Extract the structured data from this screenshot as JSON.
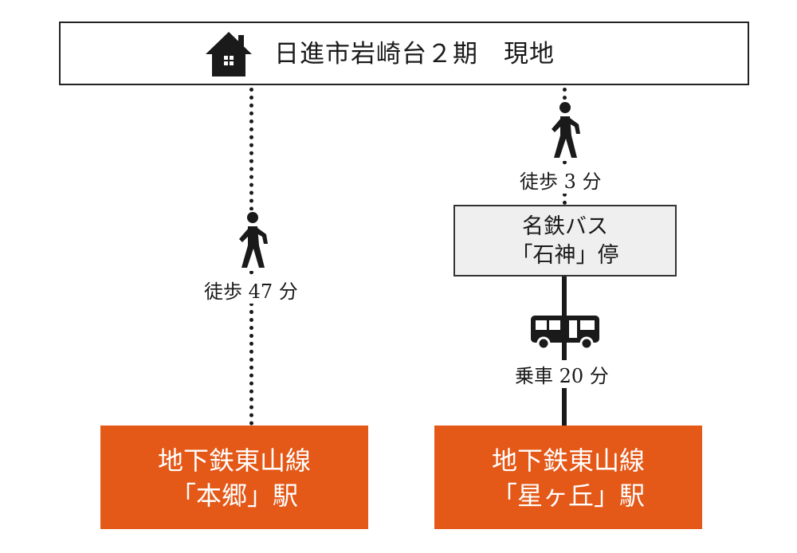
{
  "destination": {
    "title": "日進市岩崎台２期　現地",
    "icon": "house-icon"
  },
  "route_left": {
    "walk_label": "徒歩 47 分",
    "walk_icon": "pedestrian-icon",
    "station_line1": "地下鉄東山線",
    "station_line2": "「本郷」駅"
  },
  "route_right": {
    "walk_label": "徒歩 3 分",
    "walk_icon": "pedestrian-icon",
    "bus_stop_line1": "名鉄バス",
    "bus_stop_line2": "「石神」停",
    "bus_icon": "bus-icon",
    "ride_label": "乗車 20 分",
    "station_line1": "地下鉄東山線",
    "station_line2": "「星ヶ丘」駅"
  },
  "colors": {
    "station_bg": "#e45818",
    "bus_stop_bg": "#efefef",
    "line": "#1a1a1a"
  }
}
